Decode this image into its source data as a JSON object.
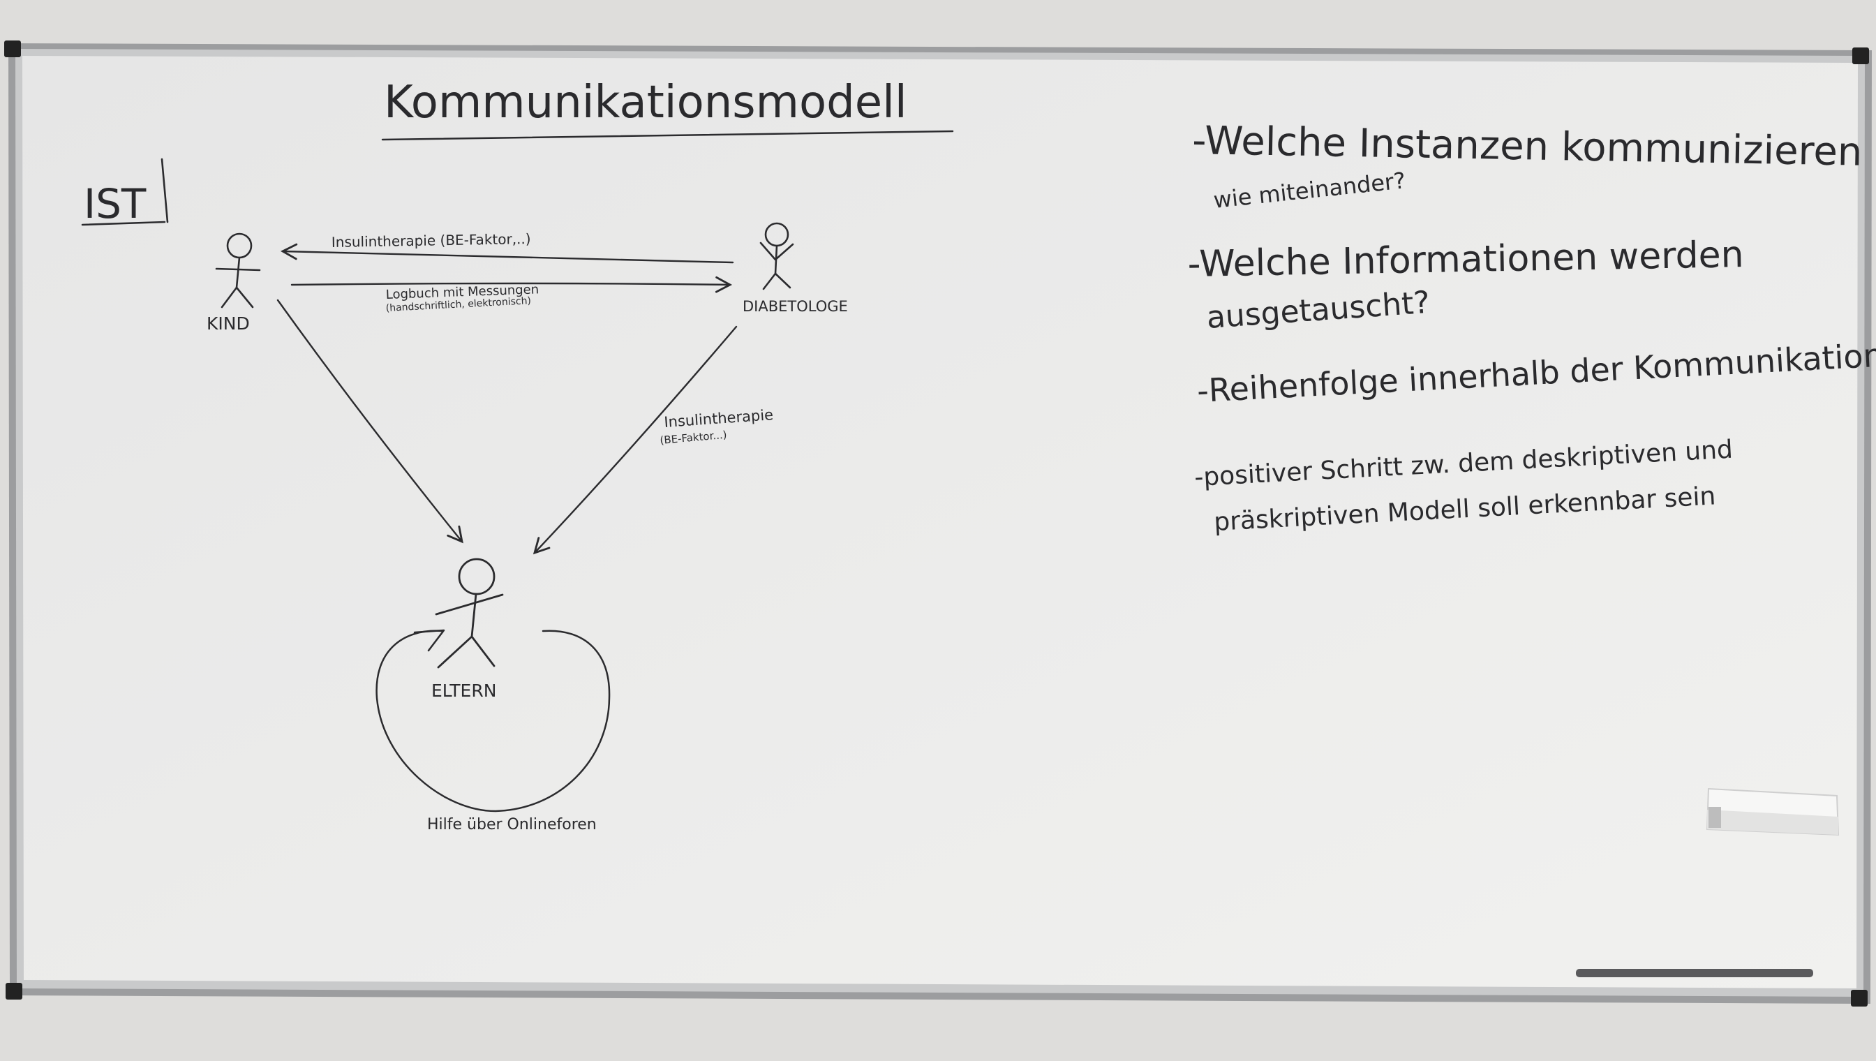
{
  "board": {
    "frame_color": "#a8a9ab",
    "surface_color": "#e9e9e8",
    "ink_color": "#2b2b2e"
  },
  "diagram": {
    "title": "Kommunikationsmodell",
    "state_label": "IST",
    "actors": {
      "child": "KIND",
      "doctor": "DIABETOLOGE",
      "parents": "ELTERN"
    },
    "arrows": {
      "doctor_to_child": "Insulintherapie (BE-Faktor,..)",
      "child_to_doctor_line1": "Logbuch mit Messungen",
      "child_to_doctor_line2": "(handschriftlich, elektronisch)",
      "doctor_to_parents_line1": "Insulintherapie",
      "doctor_to_parents_line2": "(BE-Faktor...)",
      "parents_loop": "Hilfe über Onlineforen"
    }
  },
  "questions": [
    {
      "line1": "-Welche Instanzen kommunizieren",
      "line2": "wie miteinander?"
    },
    {
      "line1": "-Welche Informationen werden",
      "line2": "ausgetauscht?"
    },
    {
      "line1": "-Reihenfolge innerhalb der Kommunikation?",
      "line2": ""
    },
    {
      "line1": "-positiver Schritt zw. dem deskriptiven und",
      "line2": "präskriptiven Modell soll erkennbar sein"
    }
  ]
}
